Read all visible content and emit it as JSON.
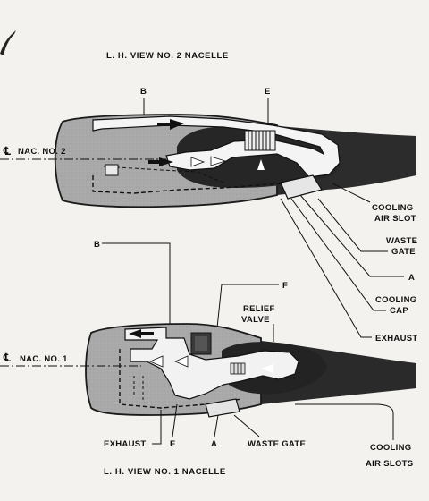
{
  "diagram": {
    "top_title": "L. H. VIEW NO. 2 NACELLE",
    "bottom_title": "L. H. VIEW NO. 1 NACELLE",
    "centerline_symbol": "℄",
    "top": {
      "centerline": "NAC. NO. 2",
      "label_b": "B",
      "label_e": "E",
      "cooling_air_slot": [
        "COOLING",
        "AIR SLOT"
      ],
      "waste_gate": [
        "WASTE",
        "GATE"
      ],
      "label_a": "A",
      "cooling_cap": [
        "COOLING",
        "CAP"
      ],
      "exhaust": "EXHAUST"
    },
    "bottom": {
      "centerline": "NAC. NO. 1",
      "label_b": "B",
      "label_f": "F",
      "relief_valve": [
        "RELIEF",
        "VALVE"
      ],
      "exhaust": "EXHAUST",
      "label_e": "E",
      "label_a": "A",
      "waste_gate": "WASTE GATE",
      "cooling_air_slots": [
        "COOLING",
        "AIR SLOTS"
      ]
    }
  }
}
